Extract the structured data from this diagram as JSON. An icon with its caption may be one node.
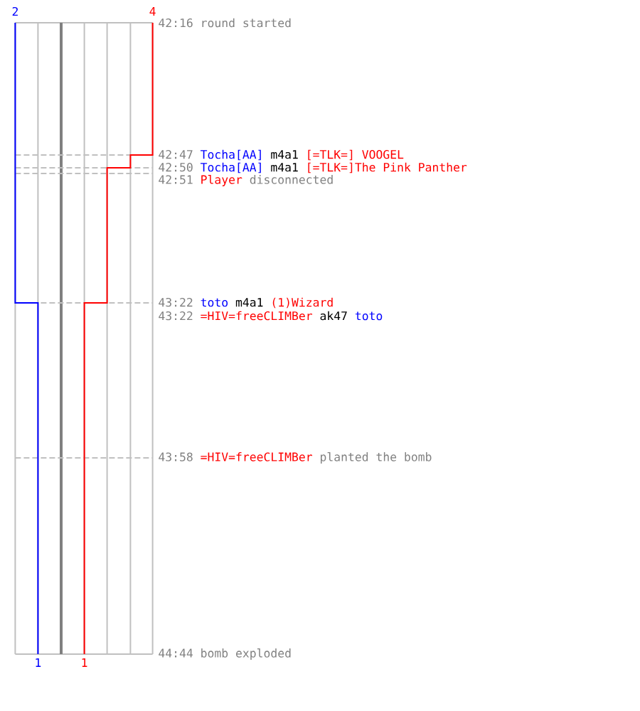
{
  "diagram": {
    "labels": [
      "2",
      "4",
      "42:16",
      "round started",
      "42:47",
      "Tocha[AA]",
      "m4a1",
      "[=TLK=] VOOGEL",
      "42:50",
      "Tocha[AA]",
      "m4a1",
      "[=TLK=]The Pink Panther",
      "42:51",
      "Player",
      "disconnected",
      "43:22",
      "toto",
      "m4a1",
      "(1)Wizard",
      "43:22",
      "=HIV=freeCLIMBer",
      "ak47",
      "toto",
      "43:58",
      "=HIV=freeCLIMBer",
      "planted the bomb",
      "44:44",
      "bomb exploded",
      "1",
      "1"
    ]
  }
}
